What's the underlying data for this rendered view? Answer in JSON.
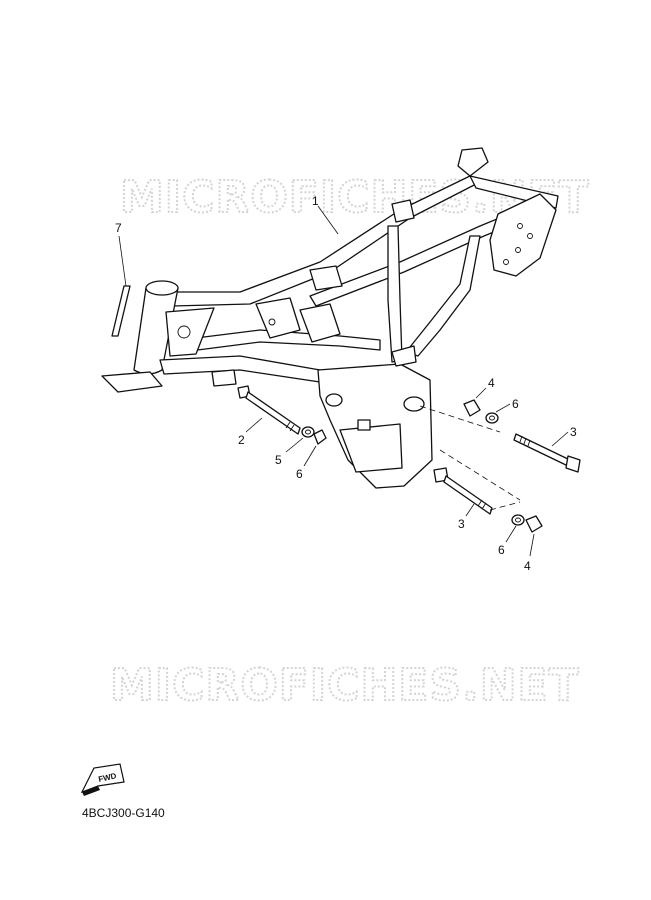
{
  "watermark": {
    "top": "MICROFICHES.NET",
    "bottom": "MICROFICHES.NET"
  },
  "callouts": {
    "c1": "1",
    "c2": "2",
    "c3a": "3",
    "c3b": "3",
    "c4a": "4",
    "c4b": "4",
    "c5": "5",
    "c6a": "6",
    "c6b": "6",
    "c6c": "6",
    "c7": "7"
  },
  "fwd_label": "FWD",
  "diagram_code": "4BCJ300-G140"
}
